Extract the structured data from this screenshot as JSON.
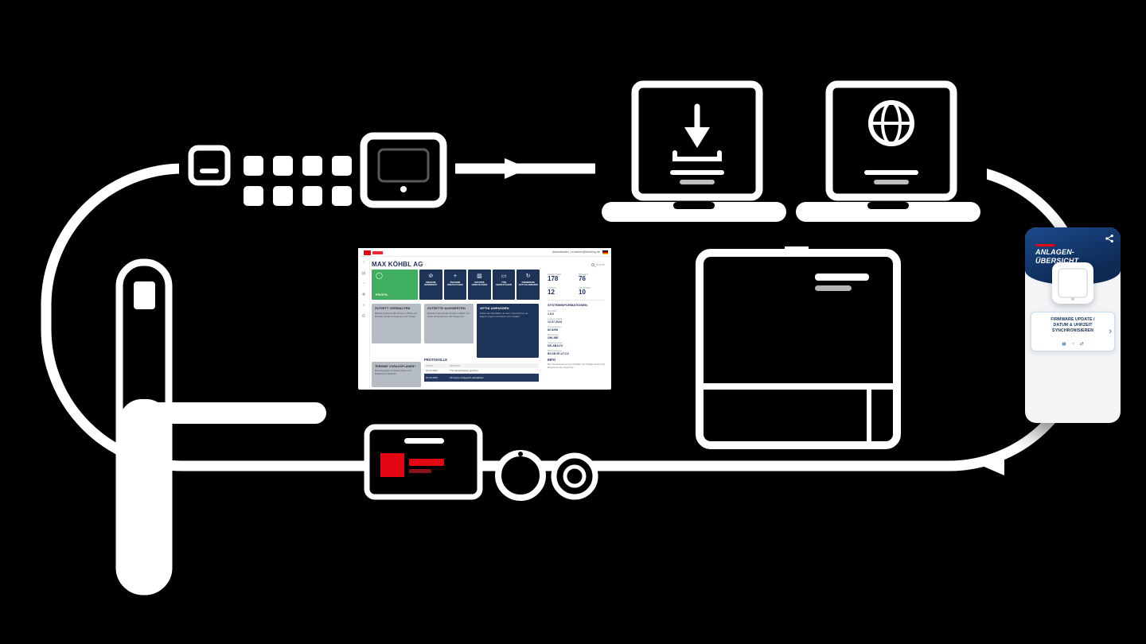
{
  "dashboard": {
    "topbar": {
      "user": "Administrator  |  m.weber@fechtring.de"
    },
    "heading": "MAX KÖHBL AG",
    "search_label": "Suche",
    "tiles": {
      "profile": "PROFIL",
      "t1": "MEDIUM SPERREN?",
      "t2": "PERSON HINZUFÜGEN",
      "t3": "GRUPPE HINZUFÜGEN",
      "t4": "TÜR HINZUFÜGEN",
      "t5": "FIRMWARE AKTUALISIEREN"
    },
    "stats": [
      {
        "label": "PERSONEN",
        "value": "178"
      },
      {
        "label": "MEDIEN",
        "value": "76"
      },
      {
        "label": "TÜREN",
        "value": "12"
      },
      {
        "label": "GRUPPEN",
        "value": "10"
      }
    ],
    "sysinfo": {
      "title": "SYSTEMINFORMATIONEN",
      "fields": [
        {
          "label": "Firmware",
          "value": "1.9.0"
        },
        {
          "label": "Letztes Update",
          "value": "12.07.2024"
        },
        {
          "label": "Komponenten",
          "value": "82 AKM"
        },
        {
          "label": "Betriebsart",
          "value": "ONLINE"
        },
        {
          "label": "Seriennummer",
          "value": "DE-AB1172"
        },
        {
          "label": "MAC-Adresse",
          "value": "B0:2E:5F:27:C3"
        }
      ]
    },
    "cards": {
      "a": {
        "title": "ZUTRITT VERWALTEN",
        "body": "Behalte jederzeit alle Zutritte im Blick und verwalte die Berechtigungen der Anlage."
      },
      "b": {
        "title": "ZUTRITTE AUSWERTEN",
        "body": "Behalte jederzeit alle Zutritte im Blick und werte die Ereignisse der Anlage aus."
      },
      "c": {
        "title": "OPTIK ANPASSEN",
        "body": "Passe die Oberfläche an dein Unternehmen an. Eigene Logos und Farben sind möglich."
      },
      "d": {
        "title": "TERMINE VORAUSPLANEN?",
        "body": "Berechtigungen im Voraus planen und zeitgesteuert aktivieren."
      }
    },
    "protokolle": {
      "title": "PROTOKOLLE",
      "col1": "DATUM",
      "col2": "EREIGNIS",
      "row1_date": "23.04.2024",
      "row1_event": "Tür Haupteingang geöffnet",
      "row2_date": "22.04.2024",
      "row2_event": "Firmware erfolgreich aktualisiert"
    },
    "info": {
      "title": "INFO",
      "body": "Bei Interaktionen an den Geräten der Anlage werden die Ereignisse hier angezeigt."
    }
  },
  "phone": {
    "title_line1": "ANLAGEN-",
    "title_line2": "ÜBERSICHT",
    "card_line1": "FIRMWARE UPDATE /",
    "card_line2": "DATUM & UHRZEIT",
    "card_line3": "SYNCHRONISIEREN",
    "chevron": "›"
  },
  "icons": {
    "sidebar": [
      "⌂",
      "▤",
      "◔",
      "✚",
      "≡",
      "⚙"
    ],
    "tile_profile": "◯",
    "tile_block": "⊘",
    "tile_person": "+",
    "tile_group": "▥",
    "tile_door": "▭",
    "tile_firmware": "↻",
    "phone_card": [
      "▦",
      "◔",
      "⇄"
    ]
  },
  "colors": {
    "background": "#000000",
    "line": "#ffffff",
    "accent_red": "#e30613",
    "navy": "#1d3357",
    "green": "#3fae5e",
    "phone_header": "#123a6b"
  }
}
